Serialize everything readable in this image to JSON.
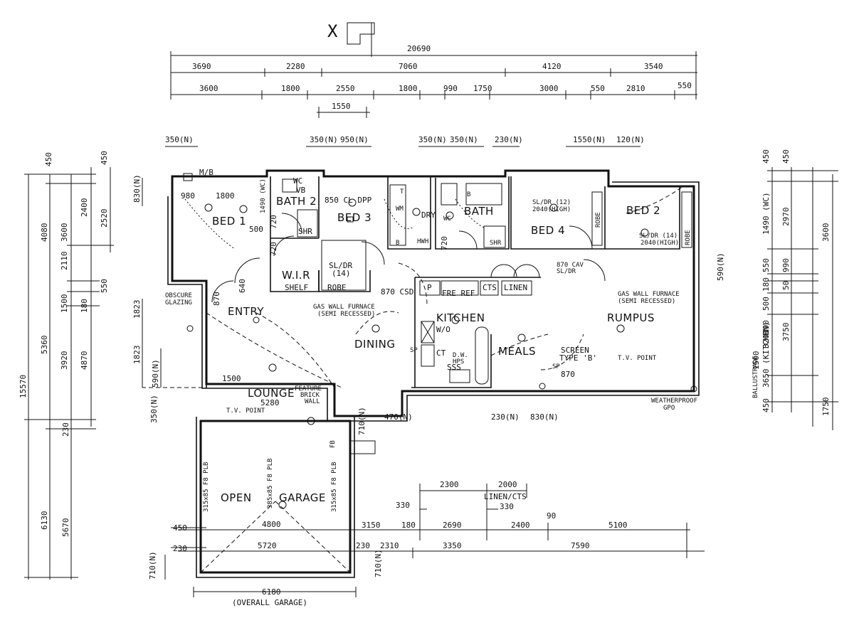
{
  "north_mark": "X",
  "rooms": {
    "bed1": "BED 1",
    "bath2": "BATH 2",
    "bed3": "BED 3",
    "bed4": "BED 4",
    "bed2": "BED 2",
    "wir": "W.I.R",
    "entry": "ENTRY",
    "dining": "DINING",
    "kitchen": "KITCHEN",
    "meals": "MEALS",
    "rumpus": "RUMPUS",
    "lounge": "LOUNGE",
    "open_garage": "OPEN",
    "garage": "GARAGE",
    "bath": "BATH",
    "dry": "DRY"
  },
  "labels": {
    "mb": "M/B",
    "wc_top": "WC",
    "vb": "VB",
    "shr": "SHR",
    "shelf": "SHELF",
    "robe_bed3": "ROBE",
    "sldr_14": "SL/DR",
    "sldr_14b": "(14)",
    "cl_dpp": "850  CL  DPP",
    "d500": "500",
    "d720a": "720",
    "d720b": "720",
    "d720c": "720",
    "obscure": "OBSCURE",
    "glazing": "GLAZING",
    "d870": "870",
    "d640": "640",
    "csd": "870  CSD",
    "gas_furnace": "GAS WALL FURNACE",
    "semi_recessed": "(SEMI RECESSED)",
    "fre_ref": "FRE REF",
    "p": "P",
    "cts": "CTS",
    "linen": "LINEN",
    "wo": "W/O",
    "ct": "CT",
    "dw": "D.W.",
    "sss": "SSS",
    "hps": "HPS",
    "screen": "SCREEN",
    "type_b": "TYPE 'B'",
    "d870b": "870",
    "tv_point": "T.V. POINT",
    "weatherproof": "WEATHERPROOF",
    "gpo": "GPO",
    "gas_furnace2": "GAS WALL FURNACE",
    "semi_recessed2": "(SEMI RECESSED)",
    "cav_sldr": "870 CAV",
    "cav_sldr2": "SL/DR",
    "sldr12": "SL/DR (12)",
    "h2040a": "2040(HIGH)",
    "sldr14b": "SL/DR (14)",
    "h2040b": "2040(HIGH)",
    "robe_bed4": "ROBE",
    "robe_bed2": "ROBE",
    "feature": "FEATURE",
    "brick": "BRICK",
    "wall": "WALL",
    "lounge_dim": "5280",
    "d1500": "1500",
    "tv_point2": "T.V. POINT",
    "gar_dim": "4800",
    "pb315a": "315x85 F8 PLB",
    "pb385": "385x85 F8 PLB",
    "pb315b": "315x85 F8 PLB",
    "fb": "FB",
    "overall_garage": "(OVERALL GARAGE)",
    "wm": "WM",
    "b1": "B",
    "b2": "B",
    "t": "T",
    "wc2": "WC",
    "hwh": "HWH",
    "shr2": "SHR",
    "d980": "980",
    "d1800": "1800",
    "linen_cts": "LINEN/CTS",
    "ballustrade": "BALLUSTRADE",
    "kitchen_v": "3650 (KITCHEN)",
    "wc_v": "1490 (WC)",
    "sp_l": "SP",
    "sp_r": "SP"
  },
  "dims_top": {
    "overall": "20690",
    "row1": [
      "3690",
      "2280",
      "7060",
      "4120",
      "3540"
    ],
    "row2": [
      "3600",
      "1800",
      "2550",
      "1800",
      "990",
      "1750",
      "3000",
      "550",
      "2810",
      "550"
    ],
    "row3": "1550",
    "window_row": [
      "350(N)",
      "350(N)",
      "950(N)",
      "350(N)",
      "350(N)",
      "230(N)",
      "1550(N)",
      "120(N)"
    ]
  },
  "dims_left": {
    "outer": "15570",
    "col1": [
      "4080",
      "5360",
      "6130"
    ],
    "col2": [
      "450",
      "3600",
      "2110",
      "1500",
      "3920",
      "230",
      "5670"
    ],
    "col3": [
      "450",
      "2400",
      "2520",
      "550",
      "180",
      "4870"
    ],
    "small": [
      "830(N)",
      "1823",
      "1823",
      "590(N)",
      "350(N)",
      "450",
      "230",
      "710(N)"
    ]
  },
  "dims_right": {
    "col1": [
      "450",
      "1490 (WC)",
      "550",
      "180",
      "500",
      "3200",
      "1500",
      "190",
      "450"
    ],
    "col2": [
      "450",
      "2970",
      "990",
      "50",
      "3750",
      "1750"
    ],
    "col3": [
      "3600"
    ],
    "small": [
      "590(N)"
    ]
  },
  "dims_bottom": {
    "row_a": [
      "2300",
      "2000"
    ],
    "row_b": [
      "330",
      "330"
    ],
    "row_c": [
      "3150",
      "180",
      "2690",
      "2400",
      "90",
      "5100"
    ],
    "row_d": [
      "5720",
      "230",
      "2310",
      "3350",
      "7590"
    ],
    "garage_total": "6180",
    "misc": [
      "470(N)",
      "230(N)",
      "830(N)",
      "710(N)",
      "710(N)",
      "450",
      "230"
    ]
  }
}
